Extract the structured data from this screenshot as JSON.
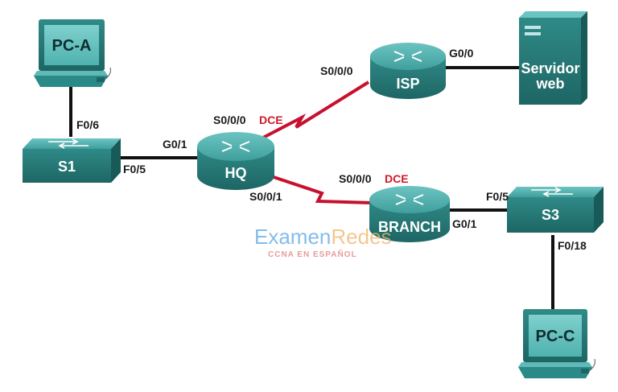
{
  "devices": {
    "pc_a": "PC-A",
    "s1": "S1",
    "hq": "HQ",
    "isp": "ISP",
    "branch": "BRANCH",
    "s3": "S3",
    "server": [
      "Servidor",
      "web"
    ],
    "pc_c": "PC-C"
  },
  "ports": {
    "pca_f0_6": "F0/6",
    "s1_f0_5": "F0/5",
    "hq_g0_1": "G0/1",
    "hq_s0_0_0": "S0/0/0",
    "hq_s0_0_0_dce": "DCE",
    "hq_s0_0_1": "S0/0/1",
    "isp_s0_0_0": "S0/0/0",
    "isp_g0_0": "G0/0",
    "branch_s0_0_0": "S0/0/0",
    "branch_s0_0_0_dce": "DCE",
    "branch_g0_1": "G0/1",
    "s3_f0_5": "F0/5",
    "s3_f0_18": "F0/18"
  },
  "watermark": {
    "brand_part1": "Examen",
    "brand_part2": "Redes",
    "tagline": "CCNA EN ESPAÑOL"
  },
  "colors": {
    "device_teal": "#3a9c9a",
    "device_dark": "#1f6f6c",
    "serial_link": "#c8102e",
    "ethernet_link": "#111111",
    "dce": "#d11a2a",
    "watermark_blue": "#5aa6e6",
    "watermark_orange": "#f0b46a"
  }
}
